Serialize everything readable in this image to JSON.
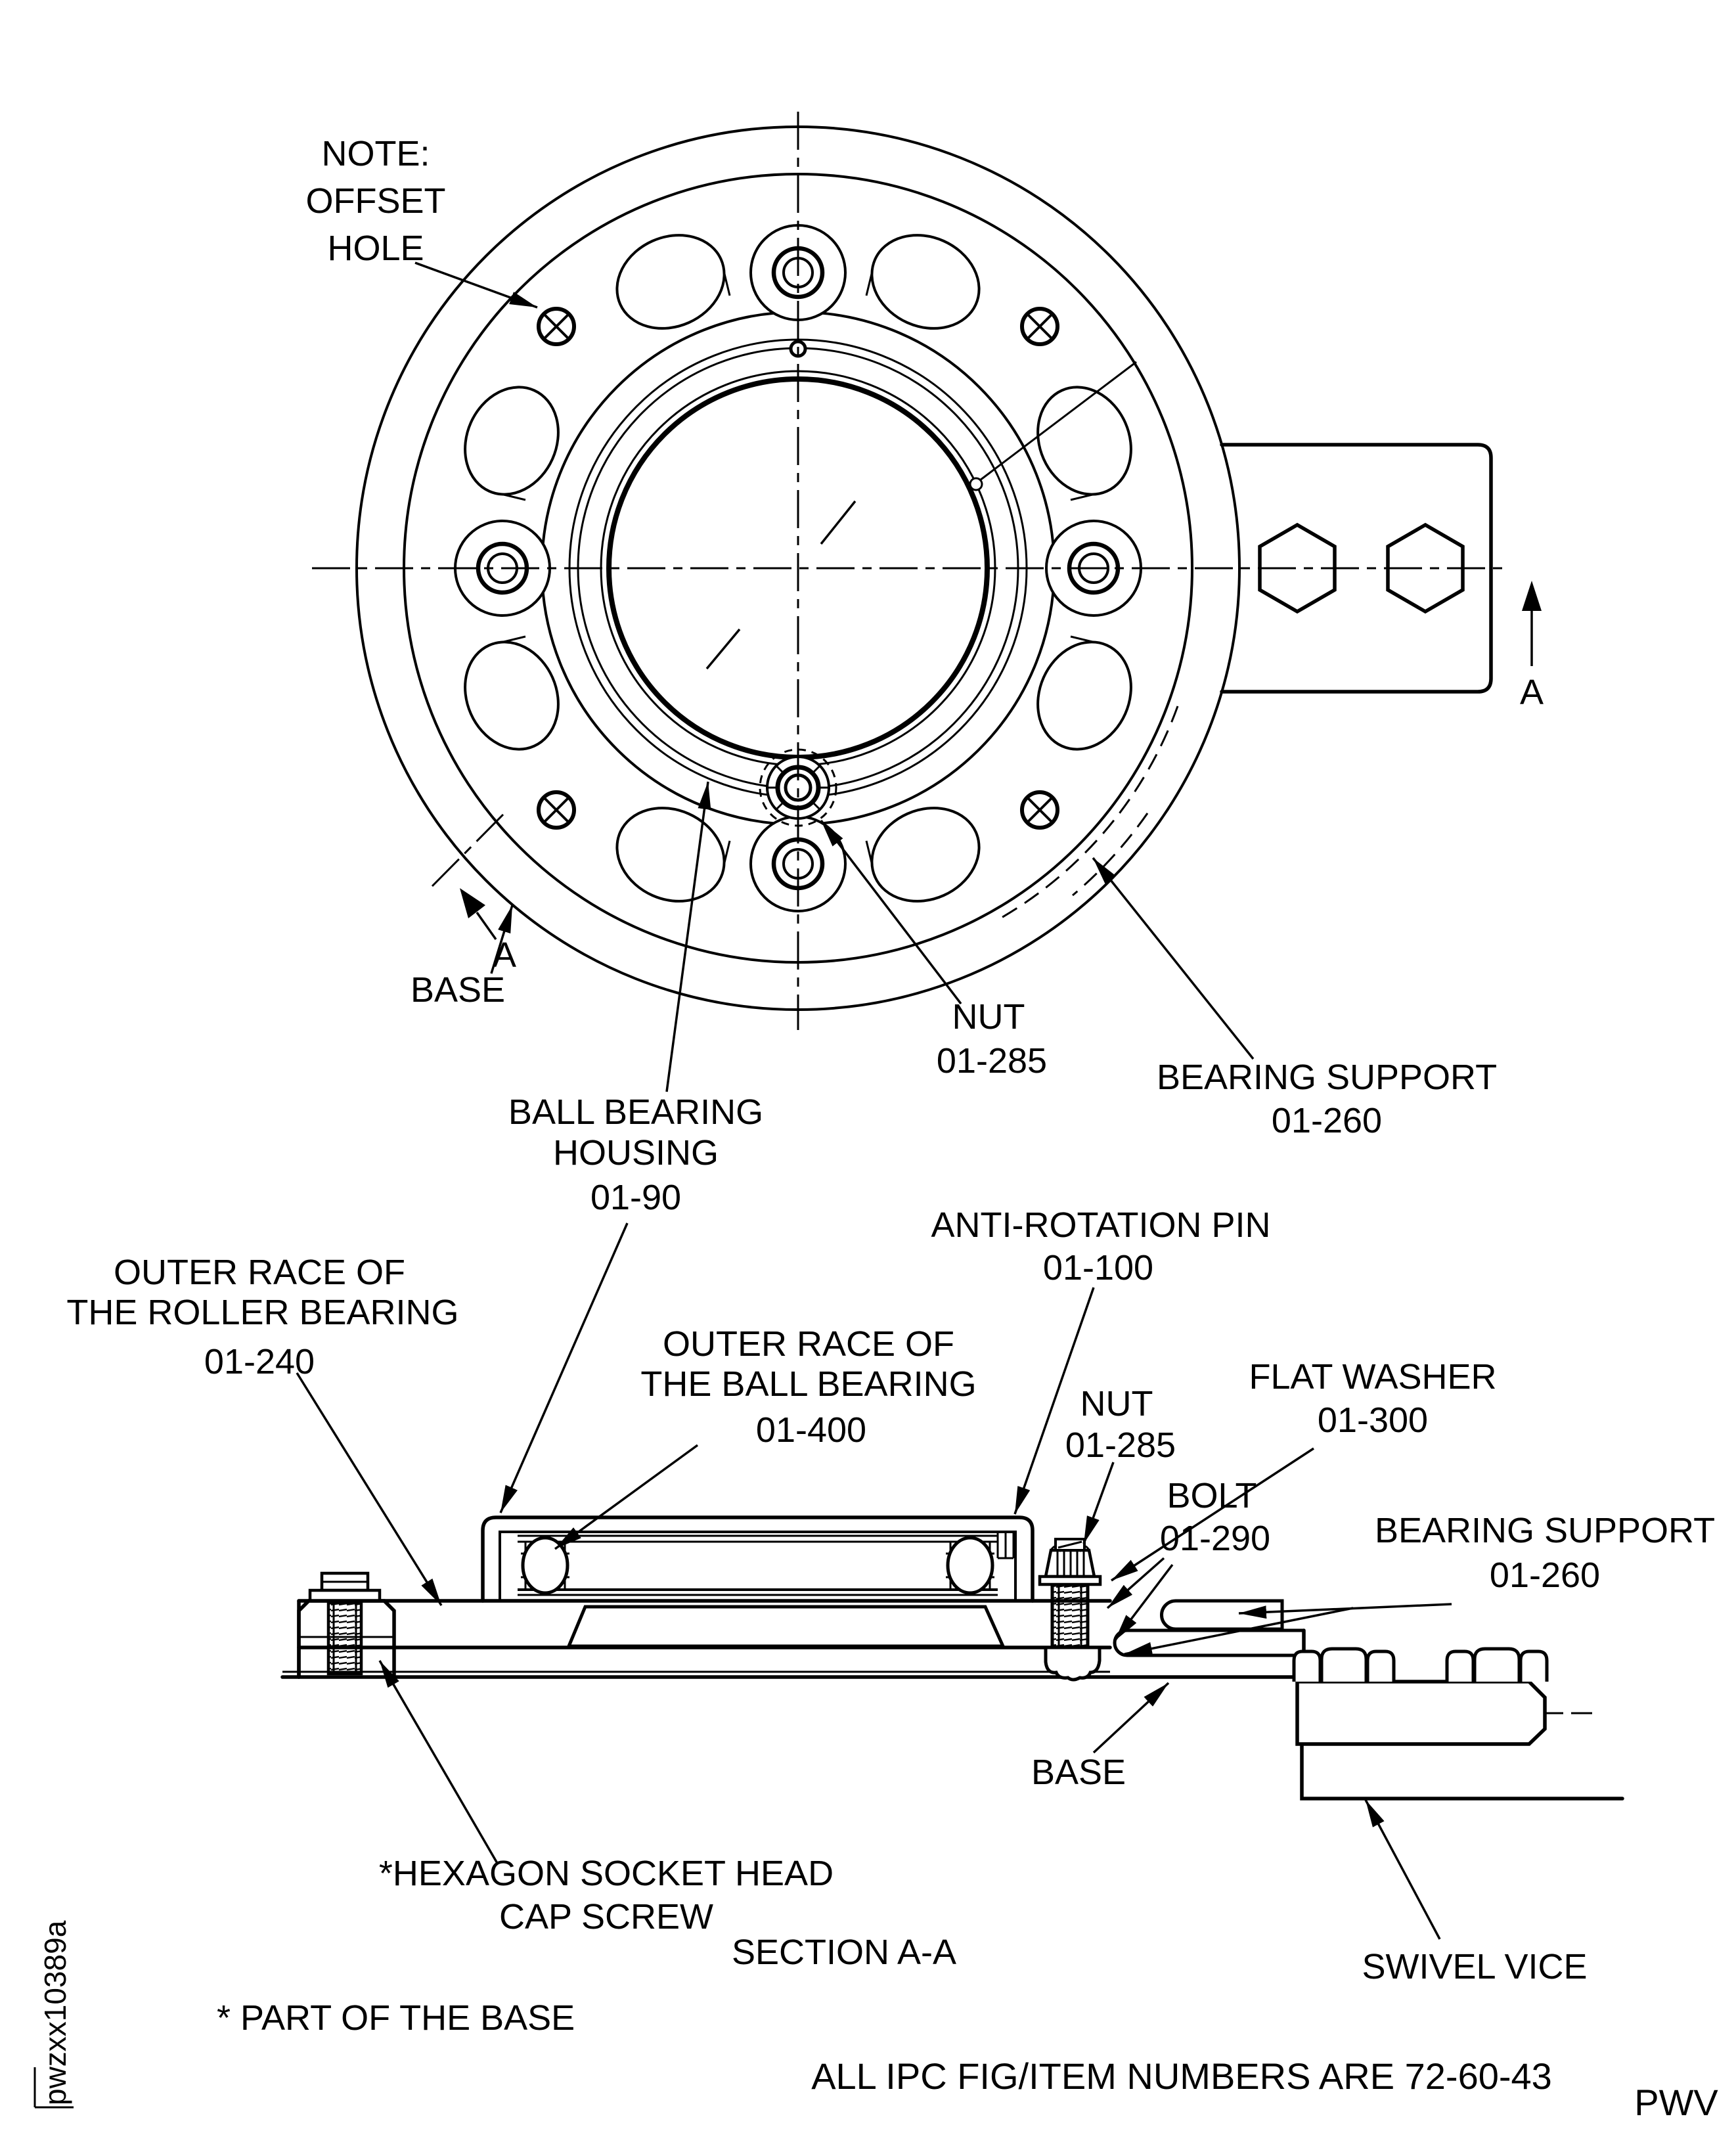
{
  "note": {
    "line1": "NOTE:",
    "line2": "OFFSET",
    "line3": "HOLE"
  },
  "section_marker": "A",
  "labels": {
    "base_top": "BASE",
    "base_section": "BASE",
    "nut_top": {
      "name": "NUT",
      "item": "01-285"
    },
    "bearing_support_top": {
      "name": "BEARING SUPPORT",
      "item": "01-260"
    },
    "ball_bearing_housing": {
      "line1": "BALL BEARING",
      "line2": "HOUSING",
      "item": "01-90"
    },
    "outer_race_roller": {
      "line1": "OUTER RACE OF",
      "line2": "THE ROLLER BEARING",
      "item": "01-240"
    },
    "outer_race_ball": {
      "line1": "OUTER RACE OF",
      "line2": "THE BALL BEARING",
      "item": "01-400"
    },
    "anti_rotation_pin": {
      "name": "ANTI-ROTATION PIN",
      "item": "01-100"
    },
    "nut_section": {
      "name": "NUT",
      "item": "01-285"
    },
    "bolt": {
      "name": "BOLT",
      "item": "01-290"
    },
    "flat_washer": {
      "name": "FLAT WASHER",
      "item": "01-300"
    },
    "bearing_support_section": {
      "name": "BEARING SUPPORT",
      "item": "01-260"
    },
    "hex_cap_screw": {
      "line1": "*HEXAGON SOCKET HEAD",
      "line2": "CAP SCREW"
    },
    "swivel_vice": "SWIVEL VICE"
  },
  "section_title": "SECTION A-A",
  "footnote": "* PART OF THE BASE",
  "footer": {
    "ipc_note": "ALL IPC FIG/ITEM NUMBERS ARE 72-60-43",
    "page_code": "PWV",
    "doc_code": "pwzxx10389a"
  },
  "colors": {
    "line": "#000000",
    "background": "#ffffff"
  }
}
